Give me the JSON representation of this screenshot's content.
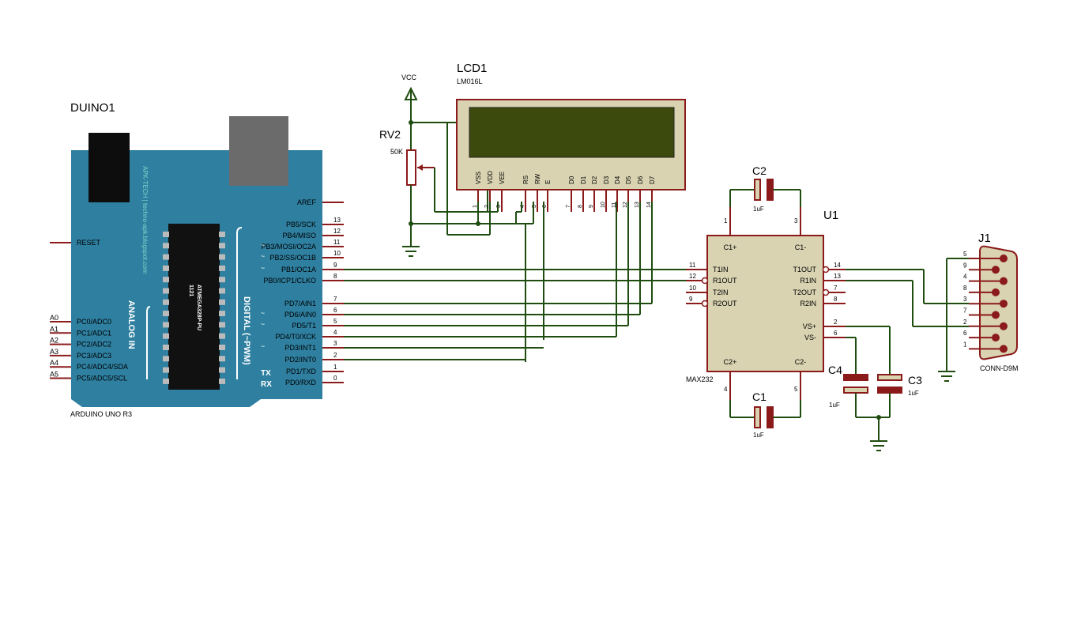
{
  "arduino": {
    "ref": "DUINO1",
    "model": "ARDUINO UNO R3",
    "chip_line1": "1121",
    "chip_line2": "ATMEGA328P-PU",
    "brand": "APK-TECH | techno-apk.blogspot.com",
    "analog_title": "ANALOG IN",
    "digital_title": "DIGITAL (~PWM)",
    "tx": "TX",
    "rx": "RX",
    "reset": "RESET",
    "aref": "AREF",
    "analog_pins": [
      {
        "num": "A0",
        "name": "PC0/ADC0"
      },
      {
        "num": "A1",
        "name": "PC1/ADC1"
      },
      {
        "num": "A2",
        "name": "PC2/ADC2"
      },
      {
        "num": "A3",
        "name": "PC3/ADC3"
      },
      {
        "num": "A4",
        "name": "PC4/ADC4/SDA"
      },
      {
        "num": "A5",
        "name": "PC5/ADC5/SCL"
      }
    ],
    "digital_pins": [
      {
        "num": "13",
        "name": "PB5/SCK"
      },
      {
        "num": "12",
        "name": "PB4/MISO"
      },
      {
        "num": "11",
        "name": "PB3/MOSI/OC2A"
      },
      {
        "num": "10",
        "name": "PB2/SS/OC1B"
      },
      {
        "num": "9",
        "name": "PB1/OC1A"
      },
      {
        "num": "8",
        "name": "PB0/ICP1/CLKO"
      },
      {
        "num": "7",
        "name": "PD7/AIN1"
      },
      {
        "num": "6",
        "name": "PD6/AIN0"
      },
      {
        "num": "5",
        "name": "PD5/T1"
      },
      {
        "num": "4",
        "name": "PD4/T0/XCK"
      },
      {
        "num": "3",
        "name": "PD3/INT1"
      },
      {
        "num": "2",
        "name": "PD2/INT0"
      },
      {
        "num": "1",
        "name": "PD1/TXD"
      },
      {
        "num": "0",
        "name": "PD0/RXD"
      }
    ],
    "pwm_mark": "~"
  },
  "lcd": {
    "ref": "LCD1",
    "model": "LM016L",
    "pins": [
      {
        "num": "1",
        "name": "VSS"
      },
      {
        "num": "2",
        "name": "VDD"
      },
      {
        "num": "3",
        "name": "VEE"
      },
      {
        "num": "4",
        "name": "RS"
      },
      {
        "num": "5",
        "name": "RW"
      },
      {
        "num": "6",
        "name": "E"
      },
      {
        "num": "7",
        "name": "D0"
      },
      {
        "num": "8",
        "name": "D1"
      },
      {
        "num": "9",
        "name": "D2"
      },
      {
        "num": "10",
        "name": "D3"
      },
      {
        "num": "11",
        "name": "D4"
      },
      {
        "num": "12",
        "name": "D5"
      },
      {
        "num": "13",
        "name": "D6"
      },
      {
        "num": "14",
        "name": "D7"
      }
    ],
    "screen_color": "#3d4a0e"
  },
  "pot": {
    "ref": "RV2",
    "value": "50K"
  },
  "vcc": "VCC",
  "max232": {
    "ref": "U1",
    "model": "MAX232",
    "left_pins": [
      {
        "num": "11",
        "name": "T1IN"
      },
      {
        "num": "12",
        "name": "R1OUT"
      },
      {
        "num": "10",
        "name": "T2IN"
      },
      {
        "num": "9",
        "name": "R2OUT"
      }
    ],
    "right_pins": [
      {
        "num": "14",
        "name": "T1OUT"
      },
      {
        "num": "13",
        "name": "R1IN"
      },
      {
        "num": "7",
        "name": "T2OUT"
      },
      {
        "num": "8",
        "name": "R2IN"
      },
      {
        "num": "2",
        "name": "VS+"
      },
      {
        "num": "6",
        "name": "VS-"
      }
    ],
    "top_pins": [
      {
        "num": "1",
        "name": "C1+"
      },
      {
        "num": "3",
        "name": "C1-"
      }
    ],
    "bottom_pins": [
      {
        "num": "4",
        "name": "C2+"
      },
      {
        "num": "5",
        "name": "C2-"
      }
    ]
  },
  "caps": [
    {
      "ref": "C2",
      "value": "1uF"
    },
    {
      "ref": "C1",
      "value": "1uF"
    },
    {
      "ref": "C4",
      "value": "1uF"
    },
    {
      "ref": "C3",
      "value": "1uF"
    }
  ],
  "connector": {
    "ref": "J1",
    "model": "CONN-D9M",
    "pins": [
      "5",
      "9",
      "4",
      "8",
      "3",
      "7",
      "2",
      "6",
      "1"
    ]
  },
  "colors": {
    "board": "#2e7fa0",
    "wire": "#1f4d0f",
    "pin": "#8b1a1a",
    "component_fill": "#d9d3b2",
    "component_border": "#8b1a1a"
  }
}
